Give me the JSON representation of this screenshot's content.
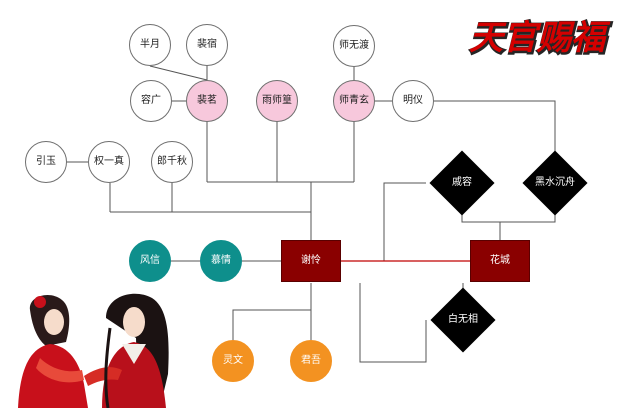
{
  "title": "天官赐福",
  "colors": {
    "pink": "#f7c8dc",
    "teal": "#0e8f8c",
    "orange": "#f39221",
    "dark_red": "#8a0000",
    "black": "#000000",
    "link_red": "#c00000"
  },
  "nodes": {
    "banyue": "半月",
    "peisu": "裴宿",
    "shiwudu": "师无渡",
    "rongguang": "容广",
    "peiming": "裴茗",
    "yushihuang": "雨师篁",
    "shiqingxuan": "师青玄",
    "mingyi": "明仪",
    "yinyu": "引玉",
    "quanyizhen": "权一真",
    "langqianqiu": "郎千秋",
    "qirong": "戚容",
    "heishuichenzhou": "黑水沉舟",
    "fengxin": "风信",
    "muqing": "慕情",
    "xielian": "谢怜",
    "huacheng": "花城",
    "baiwuxiang": "白无相",
    "lingwen": "灵文",
    "junwu": "君吾"
  }
}
